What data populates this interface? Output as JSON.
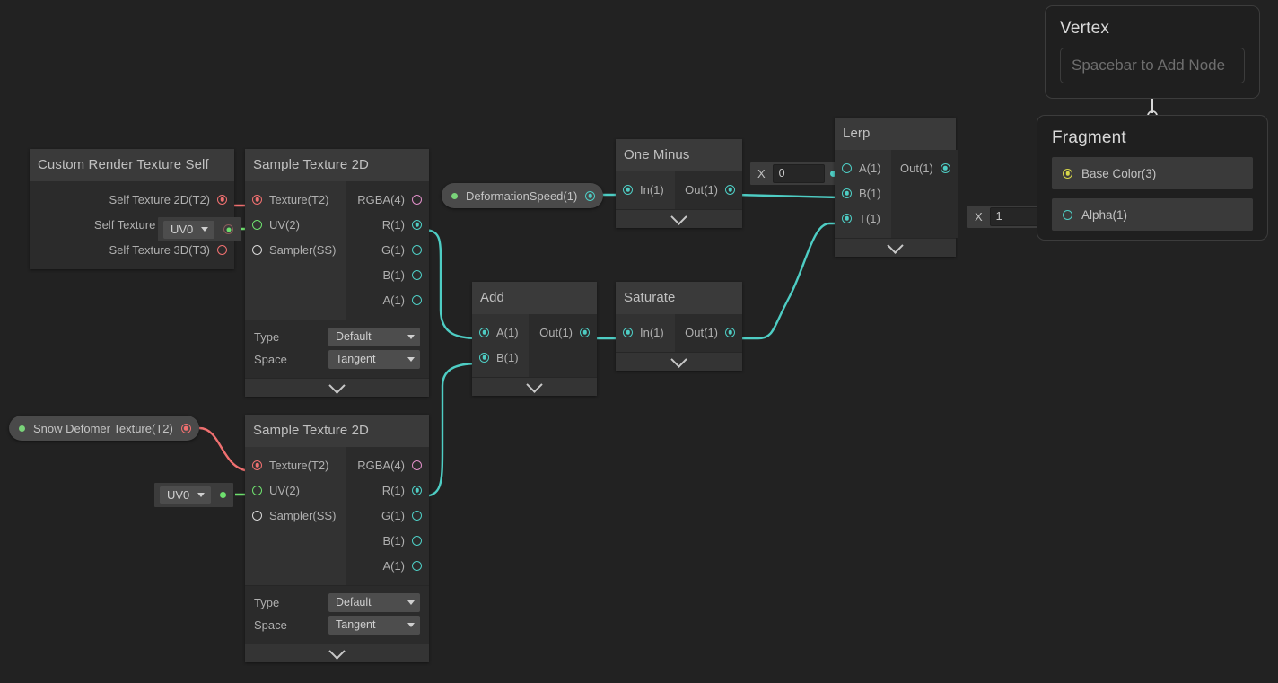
{
  "app": {
    "background": "#222222",
    "accent_cyan": "#4ecdc4",
    "accent_red": "#f07070",
    "accent_green": "#6ee06e",
    "accent_pink": "#e08fc8",
    "accent_yellow": "#d6d64a"
  },
  "nodes": {
    "custom_render_texture_self": {
      "title": "Custom Render Texture Self",
      "outputs": [
        {
          "label": "Self Texture 2D(T2)",
          "type": "red",
          "filled": true
        },
        {
          "label": "Self Texture Cube(TC)",
          "type": "red",
          "filled": false
        },
        {
          "label": "Self Texture 3D(T3)",
          "type": "red",
          "filled": false
        }
      ]
    },
    "sample_texture_2d_top": {
      "title": "Sample Texture 2D",
      "inputs": [
        {
          "label": "Texture(T2)",
          "type": "red",
          "filled": true
        },
        {
          "label": "UV(2)",
          "type": "green",
          "filled": false
        },
        {
          "label": "Sampler(SS)",
          "type": "white",
          "filled": false
        }
      ],
      "outputs": [
        {
          "label": "RGBA(4)",
          "type": "pink",
          "filled": false
        },
        {
          "label": "R(1)",
          "type": "cyan",
          "filled": true
        },
        {
          "label": "G(1)",
          "type": "cyan",
          "filled": false
        },
        {
          "label": "B(1)",
          "type": "cyan",
          "filled": false
        },
        {
          "label": "A(1)",
          "type": "cyan",
          "filled": false
        }
      ],
      "settings": [
        {
          "label": "Type",
          "value": "Default"
        },
        {
          "label": "Space",
          "value": "Tangent"
        }
      ]
    },
    "sample_texture_2d_bottom": {
      "title": "Sample Texture 2D",
      "inputs": [
        {
          "label": "Texture(T2)",
          "type": "red",
          "filled": true
        },
        {
          "label": "UV(2)",
          "type": "green",
          "filled": false
        },
        {
          "label": "Sampler(SS)",
          "type": "white",
          "filled": false
        }
      ],
      "outputs": [
        {
          "label": "RGBA(4)",
          "type": "pink",
          "filled": false
        },
        {
          "label": "R(1)",
          "type": "cyan",
          "filled": true
        },
        {
          "label": "G(1)",
          "type": "cyan",
          "filled": false
        },
        {
          "label": "B(1)",
          "type": "cyan",
          "filled": false
        },
        {
          "label": "A(1)",
          "type": "cyan",
          "filled": false
        }
      ],
      "settings": [
        {
          "label": "Type",
          "value": "Default"
        },
        {
          "label": "Space",
          "value": "Tangent"
        }
      ]
    },
    "add": {
      "title": "Add",
      "inputs": [
        {
          "label": "A(1)",
          "type": "cyan",
          "filled": true
        },
        {
          "label": "B(1)",
          "type": "cyan",
          "filled": true
        }
      ],
      "outputs": [
        {
          "label": "Out(1)",
          "type": "cyan",
          "filled": true
        }
      ]
    },
    "saturate": {
      "title": "Saturate",
      "inputs": [
        {
          "label": "In(1)",
          "type": "cyan",
          "filled": true
        }
      ],
      "outputs": [
        {
          "label": "Out(1)",
          "type": "cyan",
          "filled": true
        }
      ]
    },
    "one_minus": {
      "title": "One Minus",
      "inputs": [
        {
          "label": "In(1)",
          "type": "cyan",
          "filled": true
        }
      ],
      "outputs": [
        {
          "label": "Out(1)",
          "type": "cyan",
          "filled": true
        }
      ]
    },
    "lerp": {
      "title": "Lerp",
      "inputs": [
        {
          "label": "A(1)",
          "type": "cyan",
          "filled": false
        },
        {
          "label": "B(1)",
          "type": "cyan",
          "filled": true
        },
        {
          "label": "T(1)",
          "type": "cyan",
          "filled": true
        }
      ],
      "outputs": [
        {
          "label": "Out(1)",
          "type": "cyan",
          "filled": true
        }
      ]
    }
  },
  "properties": {
    "deformation_speed": {
      "label": "DeformationSpeed(1)",
      "port_type": "cyan"
    },
    "snow_deformer_texture": {
      "label": "Snow Defomer Texture(T2)",
      "port_type": "red"
    }
  },
  "widgets": {
    "uv_top": {
      "axis_label": "",
      "value": "UV0"
    },
    "uv_bottom": {
      "axis_label": "",
      "value": "UV0"
    },
    "float_lerp_a": {
      "axis_label": "X",
      "value": "0"
    },
    "float_alpha": {
      "axis_label": "X",
      "value": "1"
    }
  },
  "master_stack": {
    "vertex": {
      "title": "Vertex",
      "placeholder": "Spacebar to Add Node"
    },
    "fragment": {
      "title": "Fragment",
      "blocks": [
        {
          "label": "Base Color(3)",
          "port_type": "yellow",
          "filled": true
        },
        {
          "label": "Alpha(1)",
          "port_type": "cyan",
          "filled": false
        }
      ]
    }
  }
}
